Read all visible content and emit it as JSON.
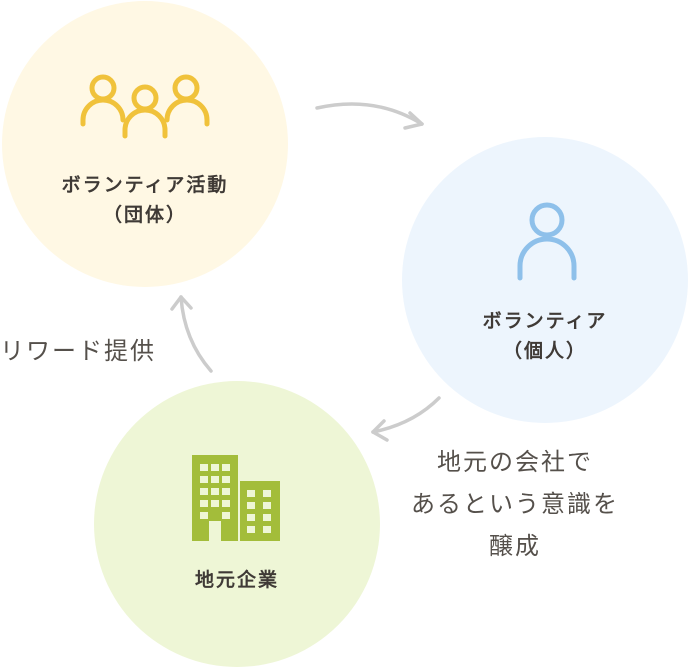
{
  "nodes": {
    "group": {
      "line1": "ボランティア活動",
      "line2": "（団体）",
      "icon": "people-group-icon",
      "circle_color": "#fff8e4",
      "icon_color": "#f0c23b"
    },
    "individual": {
      "line1": "ボランティア",
      "line2": "（個人）",
      "icon": "person-icon",
      "circle_color": "#edf5fd",
      "icon_color": "#8ec0ea"
    },
    "company": {
      "line1": "地元企業",
      "icon": "office-building-icon",
      "circle_color": "#eef6d6",
      "icon_color": "#a3bd3a"
    }
  },
  "edges": {
    "company_to_group": {
      "label": "リワード提供"
    },
    "individual_to_company": {
      "label_lines": [
        "地元の会社で",
        "あるという意識を",
        "醸成"
      ]
    }
  },
  "arrow_color": "#cccccc"
}
